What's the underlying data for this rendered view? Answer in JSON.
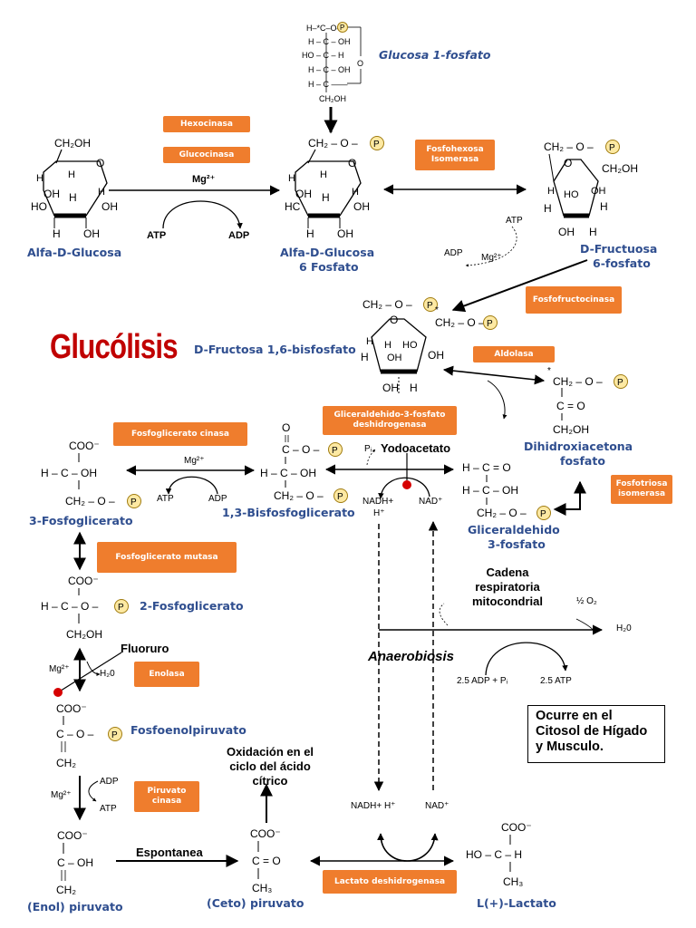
{
  "title": "Glucólisis",
  "note": "Ocurre en el Citosol de Hígado y Musculo.",
  "compounds": {
    "alfa_d_glucosa": "Alfa-D-Glucosa",
    "glucosa_6p_line1": "Alfa-D-Glucosa",
    "glucosa_6p_line2": "6 Fosfato",
    "fructosa_6p_line1": "D-Fructuosa",
    "fructosa_6p_line2": "6-fosfato",
    "glucosa_1p": "Glucosa 1-fosfato",
    "fructosa_16bp": "D-Fructosa 1,6-bisfosfato",
    "dhap_line1": "Dihidroxiacetona",
    "dhap_line2": "fosfato",
    "g3p_line1": "Gliceraldehido",
    "g3p_line2": "3-fosfato",
    "bpg13": "1,3-Bisfosfoglicerato",
    "pg3": "3-Fosfoglicerato",
    "pg2": "2-Fosfoglicerato",
    "pep": "Fosfoenolpiruvato",
    "enol_piruvato": "(Enol) piruvato",
    "ceto_piruvato": "(Ceto) piruvato",
    "lactato": "L(+)-Lactato"
  },
  "enzymes": {
    "hexocinasa": "Hexocinasa",
    "glucocinasa": "Glucocinasa",
    "fosfohexosa_isomerasa": "Fosfohexosa Isomerasa",
    "fosfofructocinasa": "Fosfofructocinasa",
    "aldolasa": "Aldolasa",
    "g3p_deshidrogenasa": "Gliceraldehido-3-fosfato deshidrogenasa",
    "fosfoglicerato_cinasa": "Fosfoglicerato cinasa",
    "fosfotriosa_isomerasa": "Fosfotriosa isomerasa",
    "fosfoglicerato_mutasa": "Fosfoglicerato mutasa",
    "enolasa": "Enolasa",
    "piruvato_cinasa": "Piruvato cinasa",
    "lactato_deshidrogenasa": "Lactato deshidrogenasa"
  },
  "labels": {
    "mg2": "Mg²⁺",
    "atp": "ATP",
    "adp": "ADP",
    "yodoacetato": "Yodoacetato",
    "nadh_h": "NADH+",
    "h_plus": "H⁺",
    "nad": "NAD⁺",
    "nadh_h_bottom": "NADH+ H⁺",
    "pi": "Pᵢ",
    "cadena": "Cadena respiratoria mitocondrial",
    "half_o2": "½ O₂",
    "h2o": "H₂0",
    "adp_pi": "2.5 ADP + Pᵢ",
    "atp25": "2.5 ATP",
    "anaerobiosis": "Anaerobiosis",
    "fluoruro": "Fluoruro",
    "oxidacion": "Oxidación en el ciclo del ácido cítrico",
    "espontanea": "Espontanea"
  }
}
